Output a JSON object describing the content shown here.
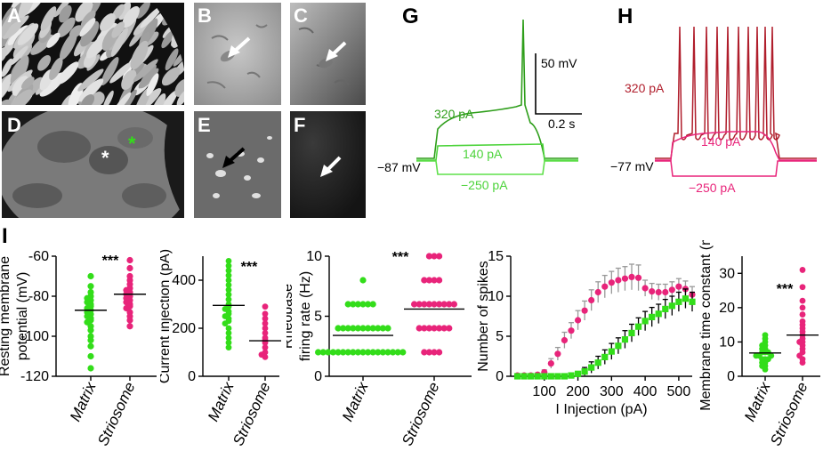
{
  "figure": {
    "panel_labels": [
      "A",
      "B",
      "C",
      "D",
      "E",
      "F",
      "G",
      "H",
      "I"
    ],
    "colors": {
      "matrix": "#33dd1a",
      "striosome": "#e8247a",
      "matrix_trace_dark": "#2e9e1a",
      "striosome_trace_dark": "#b01e2c",
      "error_bar": "#999999"
    }
  },
  "traces": {
    "G": {
      "scale_mv": "50 mV",
      "scale_s": "0.2 s",
      "rest": "−87 mV",
      "currents": [
        "320 pA",
        "140 pA",
        "−250 pA"
      ]
    },
    "H": {
      "rest": "−77 mV",
      "currents": [
        "320 pA",
        "140 pA",
        "−250 pA"
      ]
    }
  },
  "chart_data": [
    {
      "type": "scatter",
      "panel": "I-1",
      "ylabel": "Resting membrane potential (mV)",
      "ylim": [
        -120,
        -60
      ],
      "yticks": [
        "-60",
        "-80",
        "-100",
        "-120"
      ],
      "categories": [
        "Matrix",
        "Striosome"
      ],
      "means": [
        -87,
        -79
      ],
      "significance": "***",
      "series": [
        {
          "name": "Matrix",
          "values": [
            -70,
            -75,
            -78,
            -80,
            -81,
            -82,
            -83,
            -84,
            -85,
            -86,
            -87,
            -88,
            -89,
            -90,
            -91,
            -92,
            -93,
            -95,
            -97,
            -100,
            -102,
            -105,
            -110,
            -116
          ]
        },
        {
          "name": "Striosome",
          "values": [
            -62,
            -66,
            -70,
            -72,
            -74,
            -76,
            -77,
            -78,
            -79,
            -80,
            -81,
            -82,
            -83,
            -84,
            -85,
            -86,
            -88,
            -90,
            -92,
            -95
          ]
        }
      ]
    },
    {
      "type": "scatter",
      "panel": "I-2",
      "ylabel": "Current injection (pA)",
      "ylim": [
        0,
        500
      ],
      "yticks": [
        "0",
        "200",
        "400"
      ],
      "categories": [
        "Matrix",
        "Striosome"
      ],
      "means": [
        295,
        148
      ],
      "significance": "***",
      "series": [
        {
          "name": "Matrix",
          "values": [
            480,
            460,
            440,
            420,
            400,
            380,
            360,
            340,
            320,
            300,
            290,
            280,
            270,
            260,
            250,
            240,
            230,
            220,
            200,
            180,
            160,
            140,
            120
          ]
        },
        {
          "name": "Striosome",
          "values": [
            290,
            260,
            240,
            220,
            200,
            180,
            160,
            150,
            140,
            120,
            100,
            90,
            80
          ]
        }
      ]
    },
    {
      "type": "scatter",
      "panel": "I-3",
      "ylabel": "Rheobase firing rate (Hz)",
      "ylim": [
        0,
        10
      ],
      "yticks": [
        "0",
        "5",
        "10"
      ],
      "categories": [
        "Matrix",
        "Striosome"
      ],
      "means": [
        3.4,
        5.6
      ],
      "significance": "***",
      "series": [
        {
          "name": "Matrix",
          "values": [
            8,
            6,
            6,
            6,
            6,
            6,
            6,
            4,
            4,
            4,
            4,
            4,
            4,
            4,
            4,
            4,
            4,
            4,
            2,
            2,
            2,
            2,
            2,
            2,
            2,
            2,
            2,
            2,
            2,
            2,
            2,
            2,
            2,
            2,
            2,
            2
          ]
        },
        {
          "name": "Striosome",
          "values": [
            10,
            10,
            10,
            8,
            8,
            8,
            8,
            6,
            6,
            6,
            6,
            6,
            6,
            6,
            6,
            6,
            4,
            4,
            4,
            4,
            4,
            4,
            4,
            2,
            2,
            2,
            2
          ]
        }
      ]
    },
    {
      "type": "line",
      "panel": "I-4",
      "xlabel": "I Injection (pA)",
      "ylabel": "Number of spikes",
      "xlim": [
        0,
        540
      ],
      "ylim": [
        0,
        15
      ],
      "xticks": [
        "100",
        "200",
        "300",
        "400",
        "500"
      ],
      "yticks": [
        "0",
        "5",
        "10",
        "15"
      ],
      "x": [
        20,
        40,
        60,
        80,
        100,
        120,
        140,
        160,
        180,
        200,
        220,
        240,
        260,
        280,
        300,
        320,
        340,
        360,
        380,
        400,
        420,
        440,
        460,
        480,
        500,
        520,
        540
      ],
      "series": [
        {
          "name": "Striosome",
          "marker": "circle",
          "values": [
            0.1,
            0.1,
            0.1,
            0.2,
            0.5,
            1.6,
            2.8,
            4.5,
            5.7,
            7.0,
            8.2,
            9.5,
            10.5,
            11.2,
            11.7,
            12.0,
            12.2,
            12.4,
            12.3,
            11.0,
            10.6,
            10.5,
            10.5,
            10.8,
            11.2,
            10.9,
            10.2
          ],
          "errors": [
            0.1,
            0.1,
            0.1,
            0.2,
            0.3,
            0.6,
            0.8,
            1.0,
            1.0,
            1.2,
            1.2,
            1.3,
            1.3,
            1.4,
            1.4,
            1.5,
            1.5,
            1.6,
            1.6,
            1.0,
            1.0,
            1.0,
            1.0,
            1.0,
            1.0,
            1.0,
            1.0
          ]
        },
        {
          "name": "Matrix",
          "marker": "square",
          "values": [
            0,
            0,
            0,
            0,
            0,
            0,
            0,
            0,
            0.1,
            0.3,
            0.6,
            1.1,
            1.7,
            2.4,
            3.1,
            3.8,
            4.6,
            5.4,
            6.2,
            6.9,
            7.4,
            7.8,
            8.4,
            8.8,
            9.3,
            9.7,
            9.3
          ],
          "errors": [
            0,
            0,
            0,
            0,
            0,
            0,
            0,
            0,
            0.1,
            0.3,
            0.5,
            0.7,
            0.8,
            0.9,
            1.0,
            1.0,
            1.1,
            1.1,
            1.1,
            1.2,
            1.2,
            1.2,
            1.2,
            1.2,
            1.2,
            1.2,
            1.2
          ]
        }
      ]
    },
    {
      "type": "scatter",
      "panel": "I-5",
      "ylabel": "Membrane time constant (ms)",
      "ylim": [
        0,
        35
      ],
      "yticks": [
        "0",
        "10",
        "20",
        "30"
      ],
      "categories": [
        "Matrix",
        "Striosome"
      ],
      "means": [
        6.8,
        12
      ],
      "significance": "***",
      "series": [
        {
          "name": "Matrix",
          "values": [
            12,
            11,
            10,
            9,
            9,
            8,
            8,
            7,
            7,
            7,
            6,
            6,
            6,
            5,
            5,
            5,
            4,
            4,
            3,
            3,
            2
          ]
        },
        {
          "name": "Striosome",
          "values": [
            31,
            26,
            22,
            20,
            18,
            16,
            15,
            14,
            13,
            12,
            11,
            10,
            10,
            9,
            8,
            7,
            6,
            5,
            4
          ]
        }
      ]
    }
  ]
}
